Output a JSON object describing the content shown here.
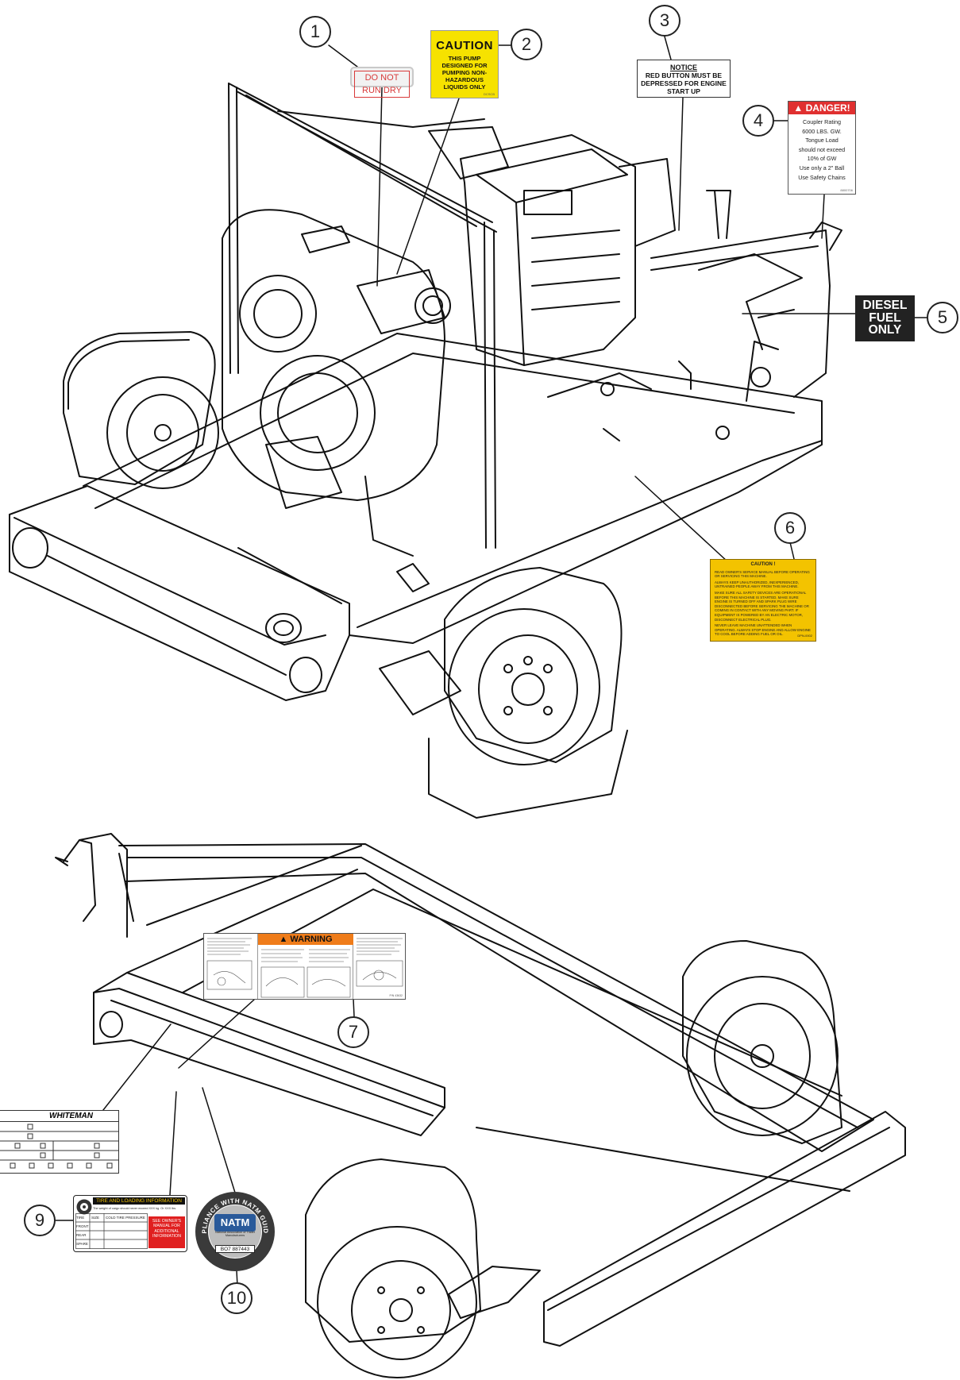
{
  "callouts": [
    "1",
    "2",
    "3",
    "4",
    "5",
    "6",
    "7",
    "9",
    "10"
  ],
  "decals": {
    "do_not_run_dry": "DO NOT RUN DRY",
    "caution_pump": {
      "heading": "CAUTION",
      "body": "THIS PUMP DESIGNED FOR PUMPING NON-HAZARDOUS LIQUIDS ONLY",
      "code": "DCSCB"
    },
    "notice": {
      "heading": "NOTICE",
      "body": "RED BUTTON MUST BE DEPRESSED FOR ENGINE START UP"
    },
    "danger": {
      "heading": "DANGER!",
      "lines": [
        "Coupler Rating",
        "6000 LBS. GW.",
        "Tongue Load",
        "should not exceed",
        "10% of GW",
        "Use only a 2\" Ball",
        "Use Safety Chains"
      ],
      "code": "8800706"
    },
    "diesel": [
      "DIESEL",
      "FUEL",
      "ONLY"
    ],
    "caution_machine": {
      "heading": "CAUTION !",
      "items": [
        "READ OWNER'S SERVICE MANUAL BEFORE OPERATING OR SERVICING THIS MACHINE.",
        "ALWAYS KEEP UNAUTHORIZED, INEXPERIENCED, UNTRAINED PEOPLE AWAY FROM THIS MACHINE.",
        "MAKE SURE ALL SAFETY DEVICES ARE OPERATIONAL BEFORE THIS MACHINE IS STARTED. MAKE SURE ENGINE IS TURNED OFF AND SPARK PLUG WIRE DISCONNECTED BEFORE SERVICING THE MACHINE OR COMING IN CONTACT WITH ANY MOVING PART. IF EQUIPMENT IS POWERED BY AN ELECTRIC MOTOR, DISCONNECT ELECTRICAL PLUG.",
        "NEVER LEAVE MACHINE UNATTENDED WHEN OPERATING. ALWAYS STOP ENGINE AND ALLOW ENGINE TO COOL BEFORE ADDING FUEL OR OIL."
      ],
      "code": "DPN-0002"
    },
    "warning": {
      "heading": "WARNING",
      "code": "P/N 43632"
    },
    "whiteman": "WHITEMAN",
    "tire": {
      "heading": "TIRE AND LOADING INFORMATION",
      "weight_line": "The weight of cargo should never exceed XXX kg. Or XXX lbs.",
      "columns": [
        "TIRE",
        "SIZE",
        "COLD TIRE PRESSURE"
      ],
      "rows": [
        "FRONT",
        "REAR",
        "SPARE"
      ],
      "side": "SEE OWNER'S MANUAL FOR ADDITIONAL INFORMATION"
    },
    "natm": {
      "logo": "NATM",
      "ring_text": "IN COMPLIANCE WITH NATM GUIDELINES",
      "sub": "National Association of Trailer Manufacturers",
      "serial": "BO7 887443"
    }
  }
}
